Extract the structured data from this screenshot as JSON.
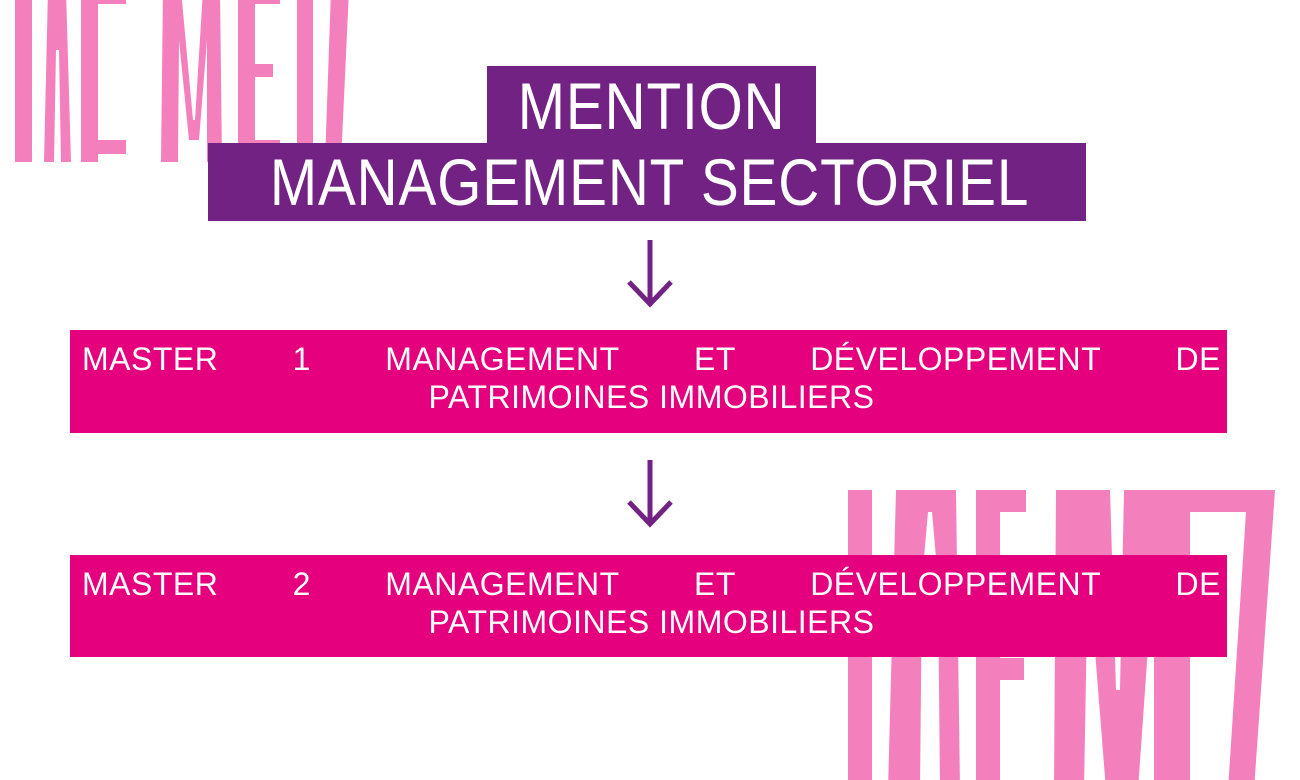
{
  "watermarks": {
    "top_left": {
      "text": "IAE METZ",
      "color": "#f37fbc"
    },
    "bottom_right": {
      "text": "IAE METZ",
      "color": "#f37fbc"
    }
  },
  "header": {
    "line1": "MENTION",
    "line2": "MANAGEMENT SECTORIEL",
    "background": "#722282",
    "text_color": "#ffffff"
  },
  "arrows": [
    {
      "icon": "arrow-down-icon",
      "color": "#722282"
    },
    {
      "icon": "arrow-down-icon",
      "color": "#722282"
    }
  ],
  "programs": [
    {
      "line1_words": [
        "MASTER",
        "1",
        "MANAGEMENT",
        "ET",
        "DÉVELOPPEMENT",
        "DE"
      ],
      "line2": "PATRIMOINES IMMOBILIERS",
      "background": "#e5007e"
    },
    {
      "line1_words": [
        "MASTER",
        "2",
        "MANAGEMENT",
        "ET",
        "DÉVELOPPEMENT",
        "DE"
      ],
      "line2": "PATRIMOINES IMMOBILIERS",
      "background": "#e5007e"
    }
  ]
}
